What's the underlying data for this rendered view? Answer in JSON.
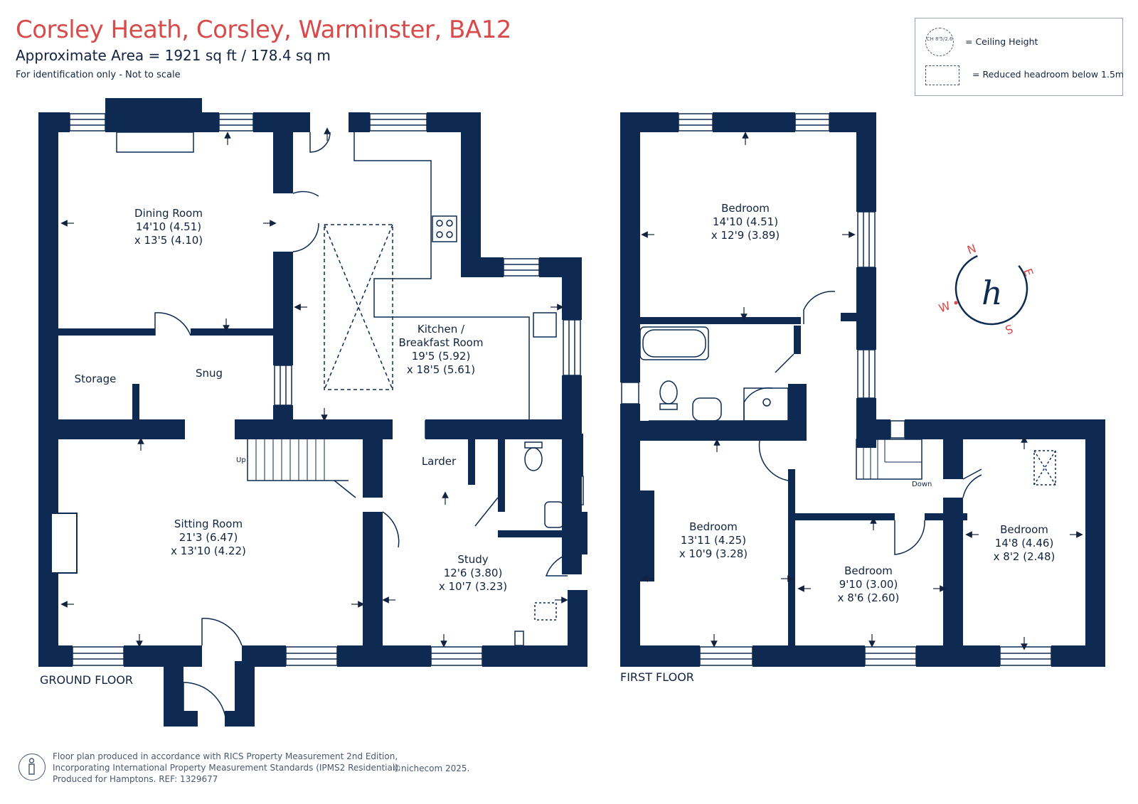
{
  "header": {
    "title": "Corsley Heath, Corsley, Warminster, BA12",
    "area": "Approximate Area = 1921 sq ft / 178.4 sq m",
    "note": "For identification only - Not to scale"
  },
  "legend": {
    "ceiling_symbol": "CH 8'5/2.6",
    "ceiling_height": "= Ceiling Height",
    "reduced_headroom": "= Reduced headroom below 1.5m"
  },
  "ground_floor": {
    "label": "GROUND FLOOR",
    "rooms": [
      {
        "name": "Dining Room",
        "dim1": "14'10 (4.51)",
        "dim2": "x 13'5 (4.10)"
      },
      {
        "name": "Kitchen /",
        "name2": "Breakfast Room",
        "dim1": "19'5 (5.92)",
        "dim2": "x 18'5 (5.61)"
      },
      {
        "name": "Storage"
      },
      {
        "name": "Snug"
      },
      {
        "name": "Larder"
      },
      {
        "name": "Sitting Room",
        "dim1": "21'3 (6.47)",
        "dim2": "x 13'10 (4.22)"
      },
      {
        "name": "Study",
        "dim1": "12'6 (3.80)",
        "dim2": "x 10'7 (3.23)"
      }
    ],
    "stairs_label": "Up"
  },
  "first_floor": {
    "label": "FIRST FLOOR",
    "rooms": [
      {
        "name": "Bedroom",
        "dim1": "14'10 (4.51)",
        "dim2": "x 12'9 (3.89)"
      },
      {
        "name": "Bedroom",
        "dim1": "13'11 (4.25)",
        "dim2": "x 10'9 (3.28)"
      },
      {
        "name": "Bedroom",
        "dim1": "9'10 (3.00)",
        "dim2": "x 8'6 (2.60)"
      },
      {
        "name": "Bedroom",
        "dim1": "14'8 (4.46)",
        "dim2": "x 8'2 (2.48)"
      }
    ],
    "stairs_label": "Down"
  },
  "compass": {
    "n": "N",
    "e": "E",
    "s": "S",
    "w": "W",
    "logo": "h"
  },
  "colors": {
    "wall": "#0e2a52",
    "title": "#d94a4a",
    "compass": "#d94a4a"
  },
  "footer": {
    "line1": "Floor plan produced in accordance with RICS Property Measurement 2nd Edition,",
    "line2": "Incorporating International Property Measurement Standards (IPMS2 Residential).",
    "line3": "Produced for Hamptons.  REF:  1329677",
    "copyright": "©nichecom 2025."
  }
}
